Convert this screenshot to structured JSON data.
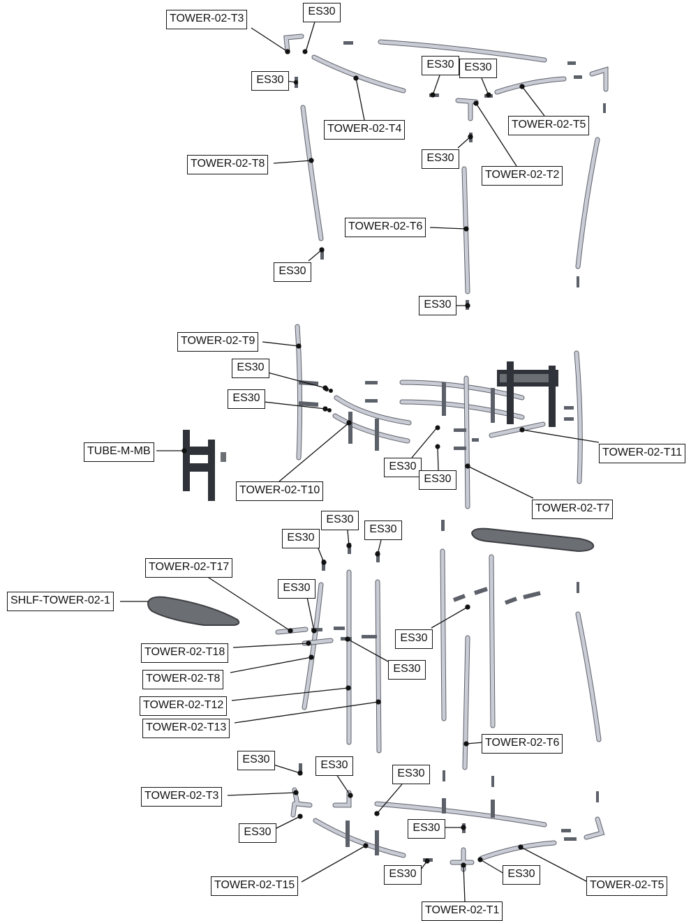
{
  "palette": {
    "tube_fill": "#c9ccd4",
    "tube_stroke": "#5c6069",
    "bracket_fill": "#2f3238",
    "shelf_top": "#6b6e73",
    "shelf_edge": "#3c3e42",
    "leader": "#111111",
    "label_border": "#111111",
    "background": "#ffffff"
  },
  "callouts": {
    "l01": "TOWER-02-T3",
    "l02": "ES30",
    "l03": "ES30",
    "l04": "TOWER-02-T4",
    "l05": "ES30",
    "l06": "ES30",
    "l07": "TOWER-02-T5",
    "l08": "TOWER-02-T8",
    "l09": "ES30",
    "l10": "TOWER-02-T2",
    "l11": "TOWER-02-T6",
    "l12": "ES30",
    "l13": "ES30",
    "l14": "TOWER-02-T9",
    "l15": "ES30",
    "l16": "ES30",
    "l17": "TUBE-M-MB",
    "l18": "TOWER-02-T10",
    "l19": "ES30",
    "l20": "ES30",
    "l21": "TOWER-02-T11",
    "l22": "TOWER-02-T7",
    "l23": "ES30",
    "l24": "ES30",
    "l25": "ES30",
    "l26": "TOWER-02-T17",
    "l27": "ES30",
    "l28": "SHLF-TOWER-02-1",
    "l29": "TOWER-02-T18",
    "l30": "ES30",
    "l31": "TOWER-02-T8",
    "l32": "ES30",
    "l33": "TOWER-02-T12",
    "l34": "TOWER-02-T13",
    "l35": "TOWER-02-T6",
    "l36": "ES30",
    "l37": "ES30",
    "l38": "ES30",
    "l39": "TOWER-02-T3",
    "l40": "ES30",
    "l41": "ES30",
    "l42": "TOWER-02-T15",
    "l43": "ES30",
    "l44": "ES30",
    "l45": "TOWER-02-T5",
    "l46": "TOWER-02-T1"
  }
}
